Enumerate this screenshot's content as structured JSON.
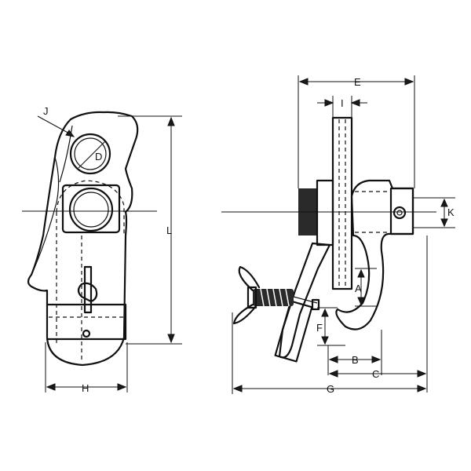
{
  "labels": {
    "E": "E",
    "I": "I",
    "J": "J",
    "D": "D",
    "L": "L",
    "K": "K",
    "A": "A",
    "F": "F",
    "B": "B",
    "C": "C",
    "G": "G",
    "H": "H"
  },
  "colors": {
    "ink": "#111111",
    "background": "#ffffff"
  }
}
